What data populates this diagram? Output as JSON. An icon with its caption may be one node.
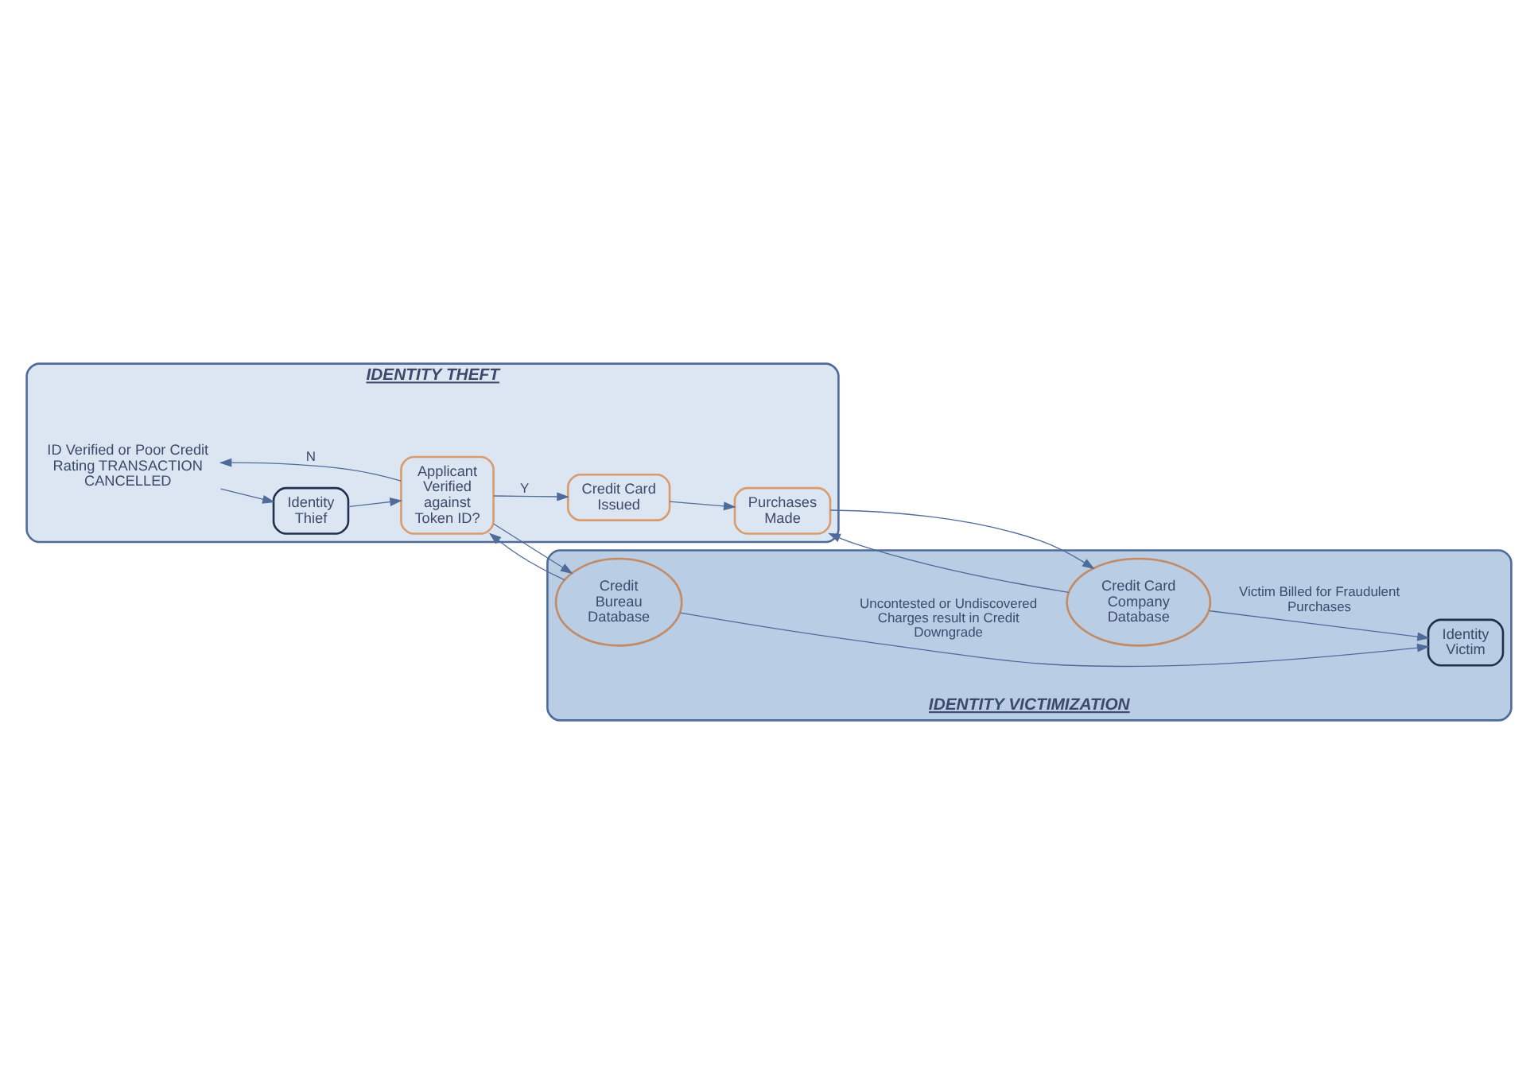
{
  "diagram": {
    "nodes": [
      {
        "text": [
          "IDENTITY THEFT"
        ]
      },
      {
        "text": [
          "ID Verified or Poor Credit Rating TRANSACTION CANCELLED"
        ],
        "in": 0
      },
      {
        "text": [
          "Identity Thief"
        ],
        "in": 0
      },
      {
        "text": [
          "Applicant Verified against Token ID?"
        ],
        "in": 0
      },
      {
        "text": [
          "Credit Card Issued"
        ],
        "in": 0
      },
      {
        "text": [
          "Purchases Made"
        ],
        "in": 0
      },
      {
        "text": [
          "IDENTITY VICTIMIZATION"
        ]
      },
      {
        "text": [
          "Credit Bureau Database"
        ],
        "in": 6
      },
      {
        "text": [
          "Identity Victim"
        ],
        "in": 6
      },
      {
        "text": [
          "Credit Card Company Database"
        ],
        "in": 6
      }
    ],
    "edges": [
      {
        "from": 3,
        "to": 1,
        "arrow": "to",
        "label": "N"
      },
      {
        "from": 1,
        "to": 2,
        "arrow": "to"
      },
      {
        "from": 2,
        "to": 3,
        "arrow": "to"
      },
      {
        "from": 3,
        "to": 4,
        "arrow": "to",
        "label": "Y"
      },
      {
        "from": 4,
        "to": 5,
        "arrow": "to"
      },
      {
        "from": 3,
        "to": 7,
        "arrow": "to"
      },
      {
        "from": 7,
        "to": 3,
        "arrow": "to"
      },
      {
        "from": 5,
        "to": 9,
        "arrow": "to"
      },
      {
        "from": 9,
        "to": 5,
        "arrow": "to"
      },
      {
        "from": 7,
        "to": 8,
        "arrow": "to",
        "label": "Uncontested or Undiscovered Charges result in Credit Downgrade"
      },
      {
        "from": 9,
        "to": 8,
        "arrow": "to",
        "label": "Victim Billed for Fraudulent Purchases"
      }
    ]
  }
}
